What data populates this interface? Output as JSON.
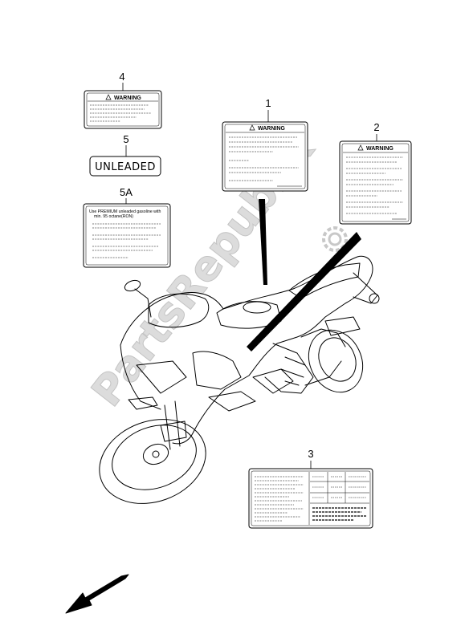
{
  "callouts": {
    "n1": "1",
    "n2": "2",
    "n3": "3",
    "n4": "4",
    "n5": "5",
    "n5a": "5A"
  },
  "labels": {
    "warning": "WARNING",
    "unleaded": "UNLEADED",
    "premium_line1": "Use PREMIUM unleaded gasoline with",
    "premium_line2": "min. 95 octane(RON)"
  },
  "watermark": {
    "text": "PartsRepublik",
    "icon": "gear-icon"
  },
  "icons": {
    "direction": "front-arrow-icon"
  },
  "colors": {
    "line": "#000000",
    "watermark": "#d8d8d8"
  }
}
